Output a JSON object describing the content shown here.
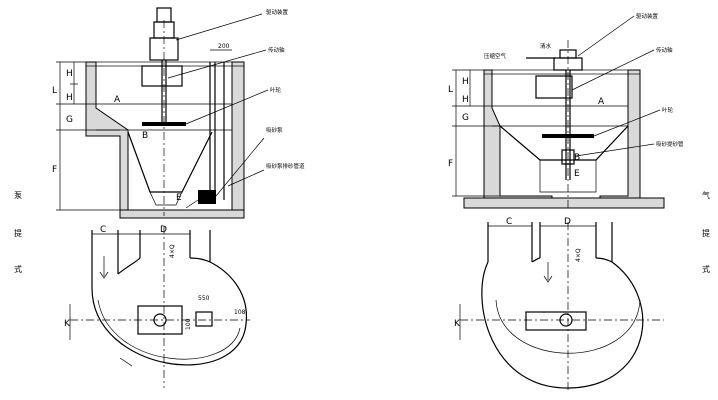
{
  "left_figure": {
    "side_title": [
      "泵",
      "提",
      "式"
    ],
    "callouts": {
      "drive": "驱动装置",
      "shaft": "传动轴",
      "blade": "叶轮",
      "sand_pump": "吸砂泵",
      "sand_pipe": "吸砂泵排砂管道"
    },
    "dims": {
      "width_200": "200",
      "L": "L",
      "H": "H",
      "H2": "H",
      "G": "G",
      "F": "F",
      "A": "A",
      "B": "B",
      "E": "E",
      "C": "C",
      "D": "D",
      "K": "K",
      "q": "4×Q",
      "d550": "550",
      "d100": "100",
      "d108": "108"
    }
  },
  "right_figure": {
    "side_title": [
      "气",
      "提",
      "式"
    ],
    "callouts": {
      "drive": "驱动装置",
      "air": "压缩空气",
      "water": "清水",
      "shaft": "传动轴",
      "blade": "叶轮",
      "sand_pipe": "吸砂提砂管"
    },
    "dims": {
      "L": "L",
      "H": "H",
      "H2": "H",
      "G": "G",
      "F": "F",
      "A": "A",
      "B": "B",
      "E": "E",
      "C": "C",
      "D": "D",
      "K": "K",
      "q": "4×Q"
    }
  },
  "colors": {
    "line": "#000000",
    "wall_fill": "#d9d9d9",
    "background": "#ffffff"
  }
}
